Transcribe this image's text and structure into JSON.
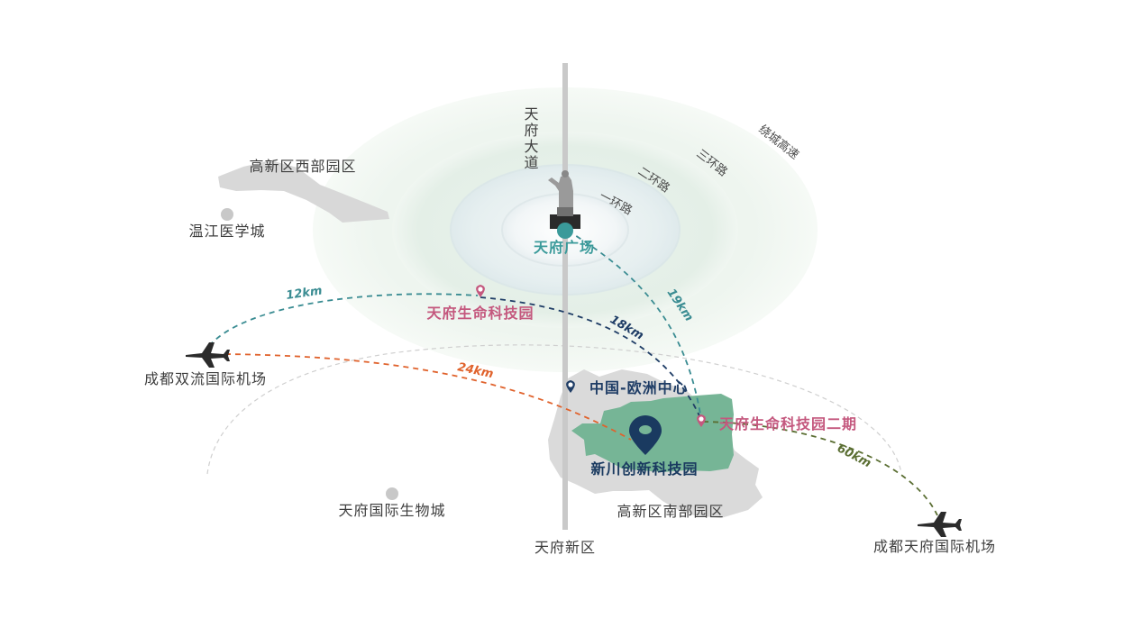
{
  "roads": {
    "avenue": [
      "天",
      "府",
      "大",
      "道"
    ],
    "ring1": "一环路",
    "ring2": "二环路",
    "ring3": "三环路",
    "ring4": "绕城高速"
  },
  "places": {
    "center": "天府广场",
    "gaoxin_west": "高新区西部园区",
    "wenjiang": "温江医学城",
    "life_park": "天府生命科技园",
    "shuangliu_airport": "成都双流国际机场",
    "china_europe": "中国-欧洲中心",
    "life_park_2": "天府生命科技园二期",
    "xinchuan": "新川创新科技园",
    "bio_city": "天府国际生物城",
    "gaoxin_south": "高新区南部园区",
    "tianfu_new_area": "天府新区",
    "tianfu_airport": "成都天府国际机场"
  },
  "distances": {
    "d12": "12km",
    "d18": "18km",
    "d19": "19km",
    "d24": "24km",
    "d60": "60km"
  },
  "colors": {
    "teal": "#3a8c92",
    "navy": "#1f3d66",
    "pink": "#c4587e",
    "orange": "#e0622c",
    "olive": "#5a6e32",
    "district_green": "#76b596",
    "district_gray": "#dcdcdc",
    "axis": "#c9c9c9"
  },
  "icons": [
    "statue-icon",
    "location-pin-icon",
    "airplane-icon"
  ]
}
